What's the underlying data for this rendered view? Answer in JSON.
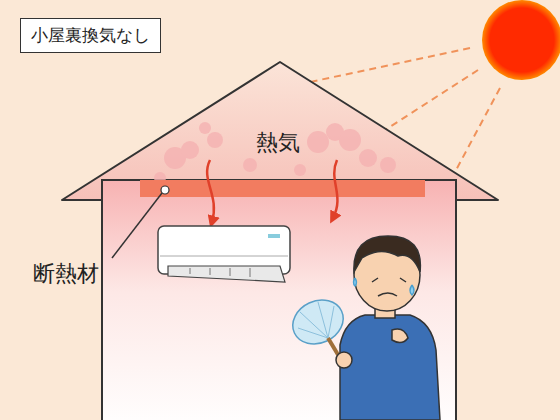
{
  "diagram": {
    "title": "小屋裏換気なし",
    "labels": [
      "熱気",
      "断熱材"
    ]
  }
}
